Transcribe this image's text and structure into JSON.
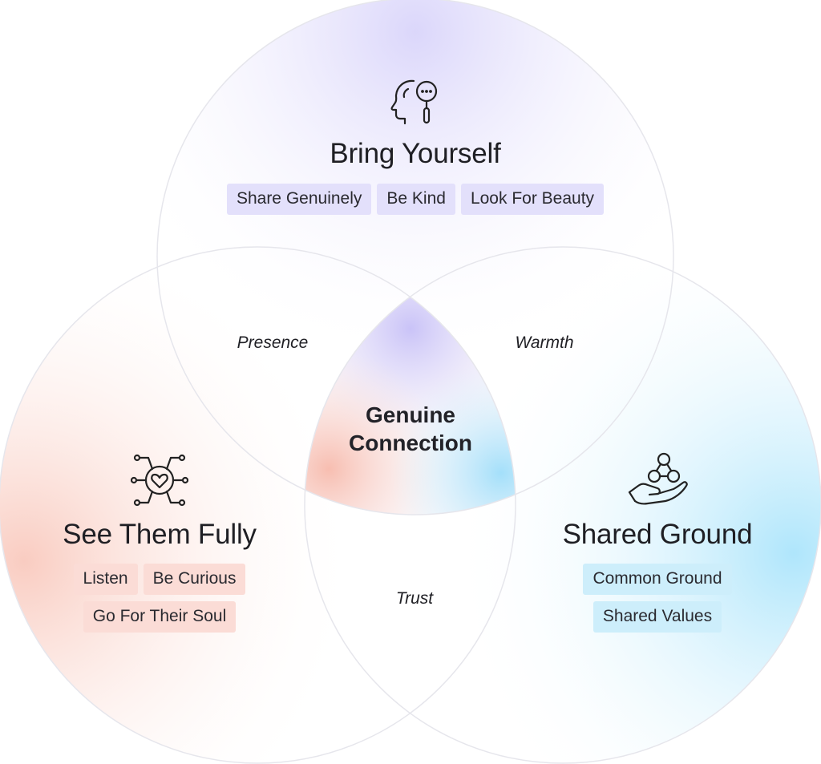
{
  "diagram": {
    "colors": {
      "purple": "#c9c3f7",
      "red": "#f7c1b5",
      "blue": "#a9e3fa",
      "outline": "#e8e8ee",
      "text": "#1f1f24"
    },
    "circles": [
      {
        "id": "top",
        "title": "Bring Yourself",
        "icon": "head-magnifier-icon",
        "tags": [
          [
            "Share Genuinely",
            "Be Kind",
            "Look For Beauty"
          ]
        ]
      },
      {
        "id": "left",
        "title": "See Them Fully",
        "icon": "heart-network-icon",
        "tags": [
          [
            "Listen",
            "Be Curious"
          ],
          [
            "Go For Their Soul"
          ]
        ]
      },
      {
        "id": "right",
        "title": "Shared Ground",
        "icon": "hand-people-icon",
        "tags": [
          [
            "Common Ground"
          ],
          [
            "Shared Values"
          ]
        ]
      }
    ],
    "overlaps": {
      "top_left": "Presence",
      "top_right": "Warmth",
      "left_right": "Trust"
    },
    "center": {
      "line1": "Genuine",
      "line2": "Connection"
    }
  }
}
